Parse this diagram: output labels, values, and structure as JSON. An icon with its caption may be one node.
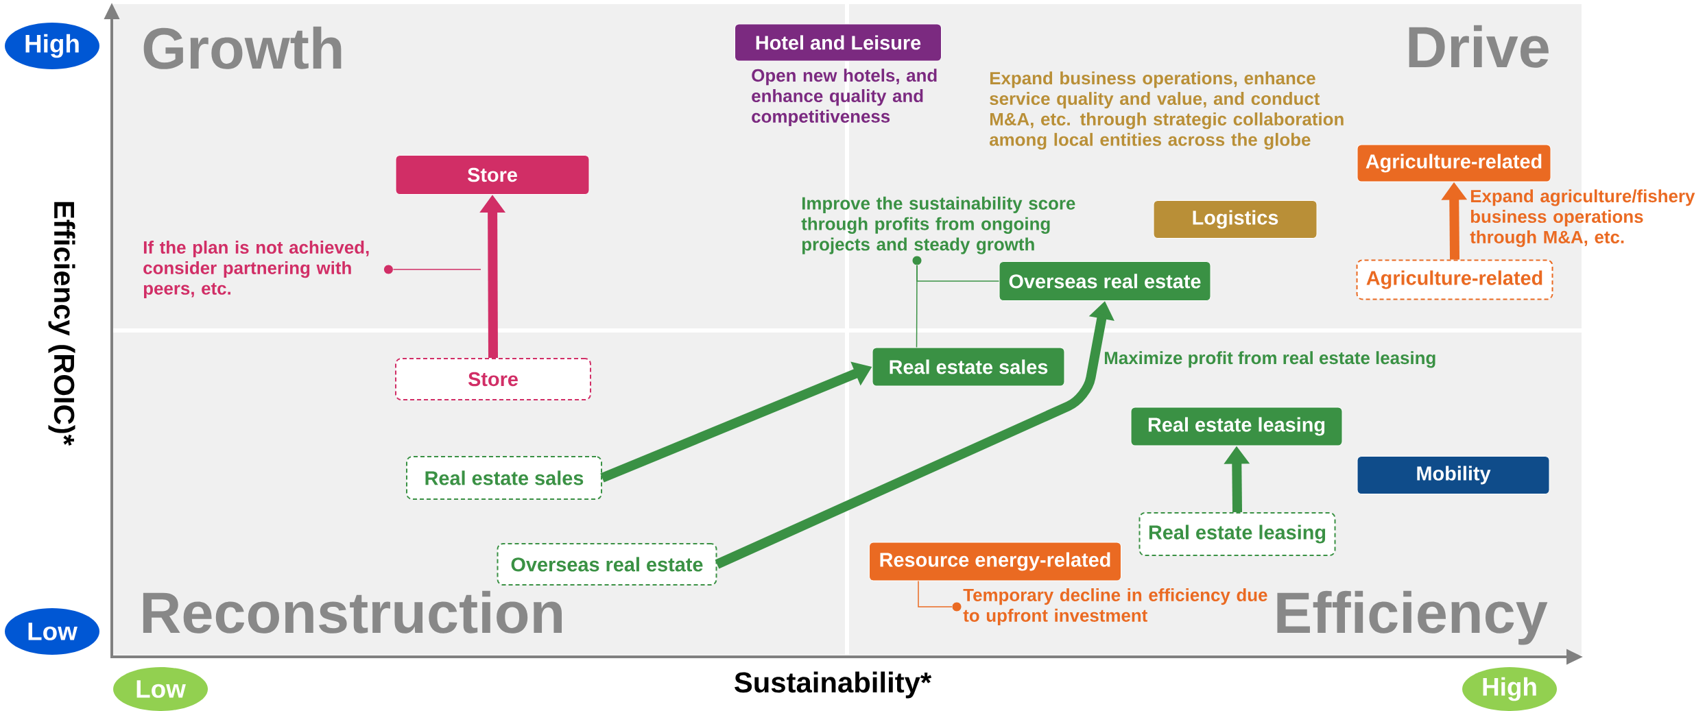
{
  "diagram": {
    "nodes": [
      {
        "text": [
          "High"
        ]
      },
      {
        "text": [
          "Hotel and Leisure"
        ],
        "beside": [
          "Open new hotels, and enhance quality and competitiveness"
        ]
      },
      {
        "text": [
          "Store"
        ]
      },
      {
        "text": [
          "Agriculture-related"
        ]
      },
      {
        "text": [
          "Logistics"
        ]
      },
      {
        "text": [
          "Overseas real estate"
        ]
      },
      {
        "text": [
          "Agriculture-related"
        ]
      },
      {
        "text": [
          "Real estate sales"
        ]
      },
      {
        "text": [
          "Store"
        ]
      },
      {
        "text": [
          "Real estate leasing"
        ],
        "beside": [
          "Maximize profit from real estate leasing"
        ]
      },
      {
        "text": [
          "Real estate sales"
        ]
      },
      {
        "text": [
          "Mobility"
        ]
      },
      {
        "text": [
          "Real estate leasing"
        ]
      },
      {
        "text": [
          "Overseas real estate"
        ]
      },
      {
        "text": [
          "Resource energy-related"
        ]
      },
      {
        "text": [
          "Low"
        ]
      },
      {
        "text": [
          "Low"
        ]
      },
      {
        "text": [
          "High"
        ]
      },
      {
        "text": [
          "If the plan is not achieved, consider partnering with peers, etc."
        ]
      },
      {
        "text": [
          "Improve the sustainability score through profits from ongoing projects and steady growth"
        ]
      },
      {
        "text": [
          "Temporary decline in efficiency due to upfront investment"
        ]
      }
    ],
    "edges": [
      {
        "from": 8,
        "to": 2,
        "arrow": "to",
        "color": "#d12e66"
      },
      {
        "from": 10,
        "to": 7,
        "arrow": "to"
      },
      {
        "from": 13,
        "to": 5,
        "arrow": "to"
      },
      {
        "from": 12,
        "to": 9,
        "arrow": "to"
      },
      {
        "from": 6,
        "to": 3,
        "arrow": "to",
        "color": "#ea6a22"
      },
      {
        "from": null,
        "to": 18,
        "arrow": "none",
        "color": "#d12e66"
      },
      {
        "from": 7,
        "to": 19,
        "arrow": "none"
      },
      {
        "from": 5,
        "to": 19,
        "arrow": "none"
      },
      {
        "from": 14,
        "to": 20,
        "arrow": "none",
        "color": "#ea6a22"
      }
    ],
    "labels": [
      "Growth",
      "Drive",
      "Expand business operations, enhance service quality and value, and conduct M&A, etc. through strategic collaboration among local entities across the globe",
      "Expand agriculture/fishery business operations through M&A, etc.",
      "Efficiency (ROIC)*",
      "Reconstruction",
      "Efficiency",
      "Sustainability*"
    ]
  }
}
